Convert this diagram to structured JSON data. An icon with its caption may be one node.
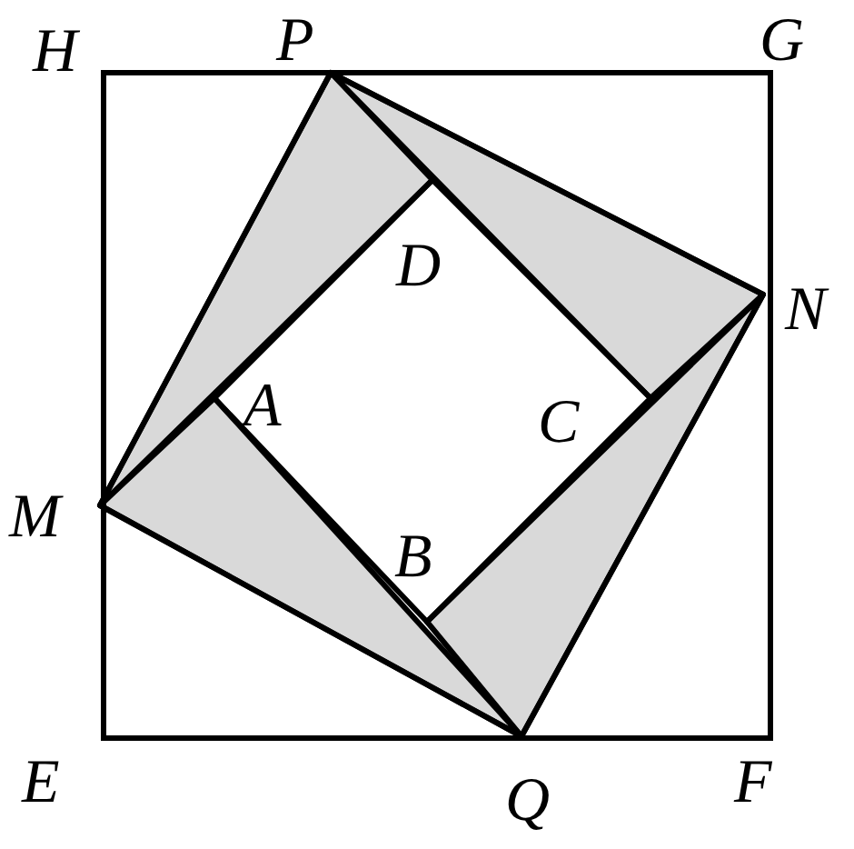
{
  "diagram": {
    "labels": [
      "H",
      "P",
      "G",
      "D",
      "N",
      "A",
      "C",
      "M",
      "B",
      "E",
      "Q",
      "F"
    ]
  }
}
